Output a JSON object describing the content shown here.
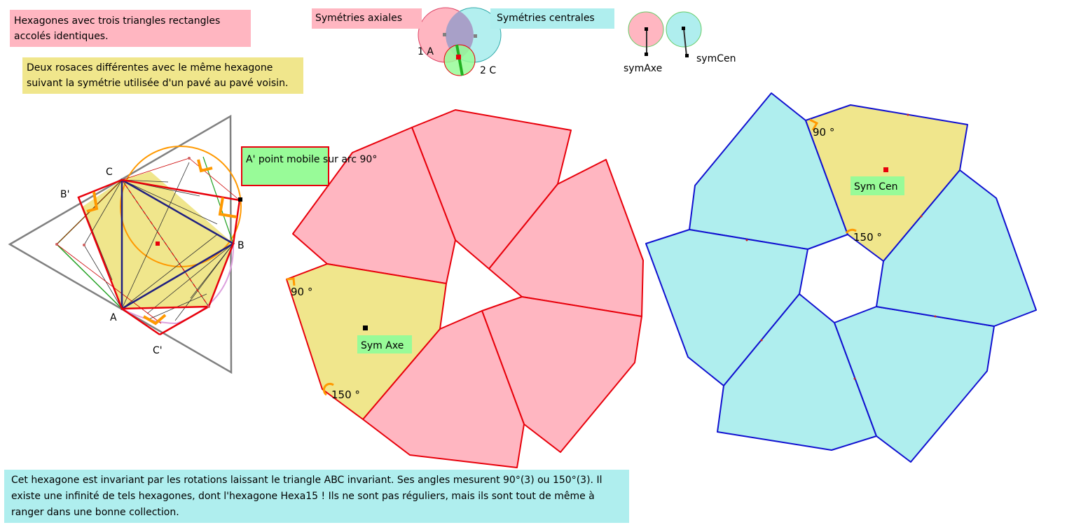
{
  "texts": {
    "title": "Hexagones avec trois triangles rectangles accolés identiques.",
    "rosaces": "Deux rosaces différentes avec le même hexagone suivant la symétrie utilisée d'un pavé au pavé voisin.",
    "mobile": "A' point mobile sur arc 90°",
    "axiales": "Symétries axiales",
    "centrales": "Symétries centrales",
    "bottom": "Cet hexagone est invariant par les rotations laissant le triangle ABC invariant. Ses angles mesurent 90°(3) ou 150°(3). Il existe une infinité de tels hexagones, dont l'hexagone Hexa15 ! Ils ne sont pas réguliers, mais ils sont tout de même à ranger dans une bonne  collection."
  },
  "labels": {
    "slider_1": "1 A",
    "slider_2": "2 C",
    "sym_axe": "symAxe",
    "sym_cen": "symCen",
    "pt_C": "C",
    "pt_B": "B",
    "pt_A": "A",
    "pt_Bp": "B'",
    "pt_Cp": "C'",
    "angle_90_left": "90 °",
    "angle_150_left": "150 °",
    "sym_axe_tag": "Sym Axe",
    "angle_90_right": "90 °",
    "angle_150_right": "150 °",
    "sym_cen_tag": "Sym Cen"
  },
  "colors": {
    "pink": "#ffb6c1",
    "yellow": "#f0e68c",
    "cyan": "#afeeee",
    "green": "#98fb98",
    "red": "#e8000b",
    "blue": "#1010d0",
    "orange": "#ff9900",
    "gray": "#808080"
  }
}
